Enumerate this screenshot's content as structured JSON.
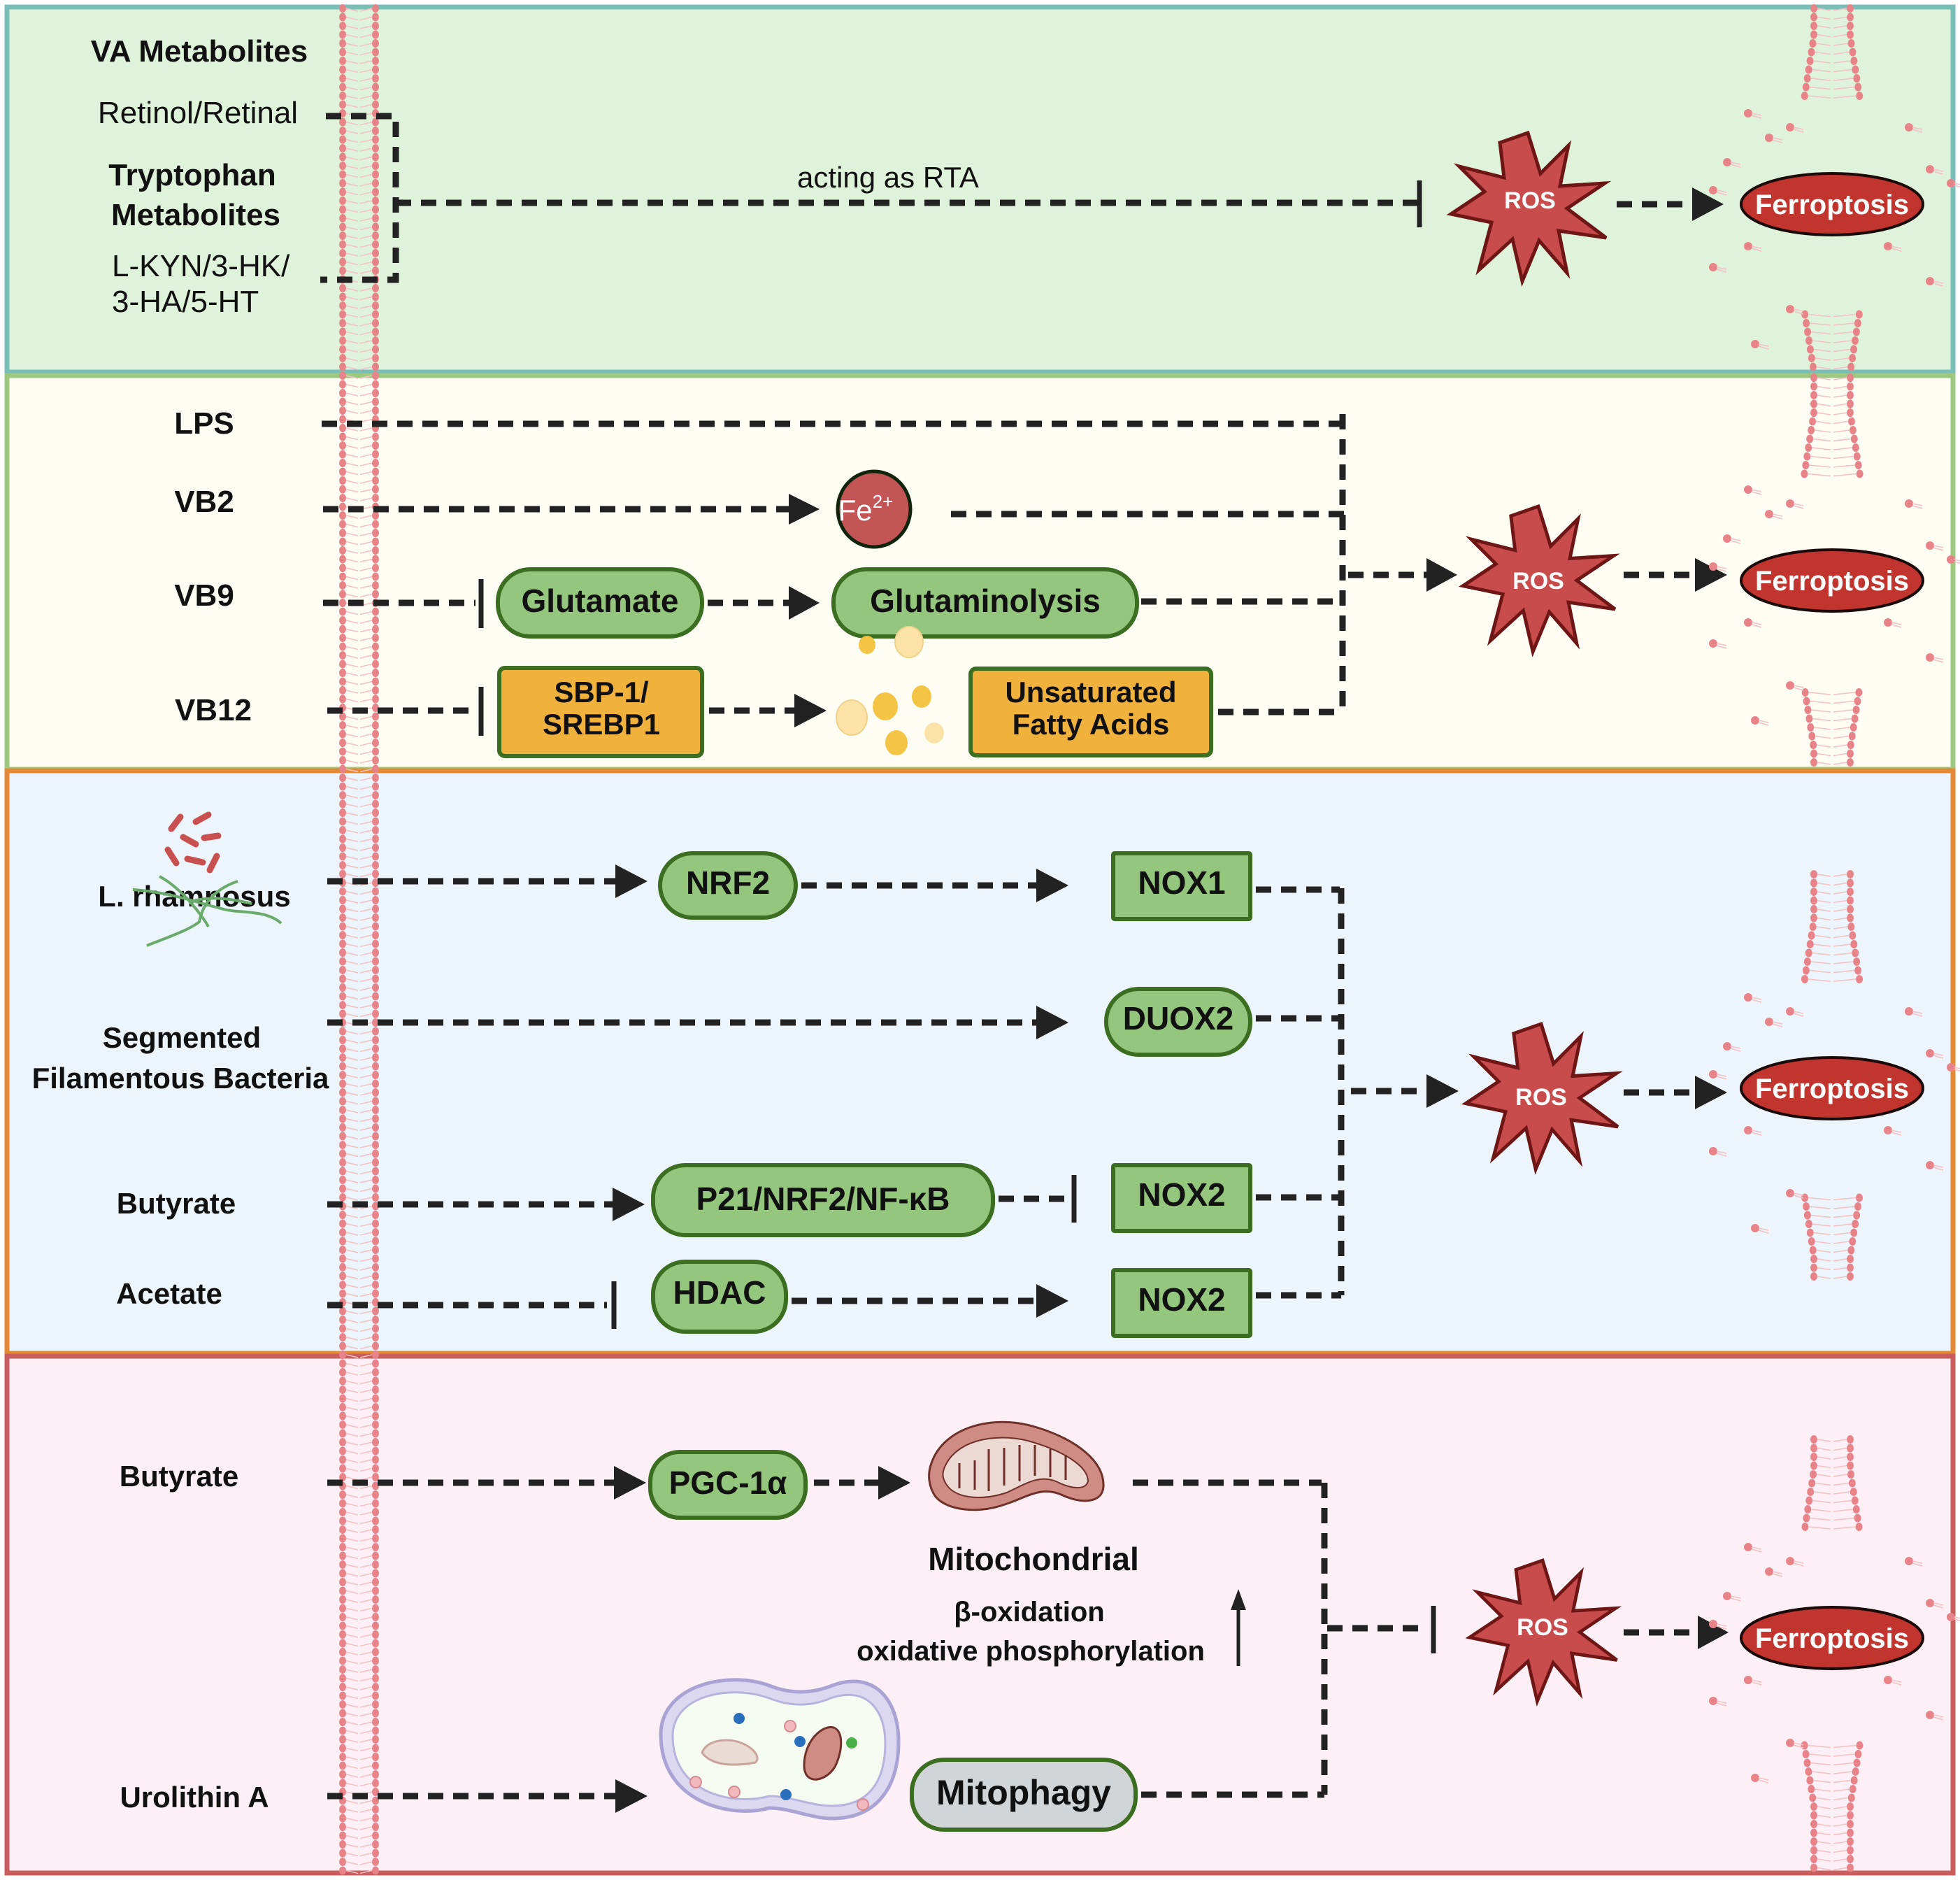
{
  "colors": {
    "panel1_bg": "#dff3da",
    "panel1_border": "#79bfb8",
    "panel2_bg": "#fefdf4",
    "panel2_border": "#9cc87f",
    "panel3_bg": "#ecf4fc",
    "panel3_border": "#e48a36",
    "panel4_bg": "#fcf0f6",
    "panel4_border": "#c95c5c",
    "membrane": "#e8838a",
    "green_node": "#95c67d",
    "green_node_border": "#3b6e20",
    "orange_node": "#f1b23d",
    "gray_node": "#d1d5d7",
    "ros": "#c94c4d",
    "ros_border": "#6e1515",
    "ferroptosis": "#c2352e",
    "fe": "#c45557"
  },
  "panel1": {
    "title": "VA Metabolites",
    "retinol": "Retinol/Retinal",
    "trp_title_1": "Tryptophan",
    "trp_title_2": "Metabolites",
    "trp_list_1": "L-KYN/3-HK/",
    "trp_list_2": "3-HA/5-HT",
    "edge_label": "acting as RTA",
    "ros": "ROS",
    "ferroptosis": "Ferroptosis"
  },
  "panel2": {
    "lps": "LPS",
    "vb2": "VB2",
    "vb9": "VB9",
    "vb12": "VB12",
    "fe_base": "Fe",
    "fe_sup": "2+",
    "glutamate": "Glutamate",
    "glutaminolysis": "Glutaminolysis",
    "sbp_1": "SBP-1/",
    "sbp_2": "SREBP1",
    "ufa_1": "Unsaturated",
    "ufa_2": "Fatty Acids",
    "ros": "ROS",
    "ferroptosis": "Ferroptosis"
  },
  "panel3": {
    "l_rhamnosus": "L. rhamnosus",
    "sfb_1": "Segmented",
    "sfb_2": "Filamentous Bacteria",
    "butyrate": "Butyrate",
    "acetate": "Acetate",
    "nrf2": "NRF2",
    "nox1": "NOX1",
    "duox2": "DUOX2",
    "p21": "P21/NRF2/NF-κB",
    "nox2_a": "NOX2",
    "hdac": "HDAC",
    "nox2_b": "NOX2",
    "ros": "ROS",
    "ferroptosis": "Ferroptosis"
  },
  "panel4": {
    "butyrate": "Butyrate",
    "urolithin": "Urolithin A",
    "pgc": "PGC-1α",
    "mito_title": "Mitochondrial",
    "beta_ox": "β-oxidation",
    "oxphos": "oxidative phosphorylation",
    "mitophagy": "Mitophagy",
    "ros": "ROS",
    "ferroptosis": "Ferroptosis"
  }
}
